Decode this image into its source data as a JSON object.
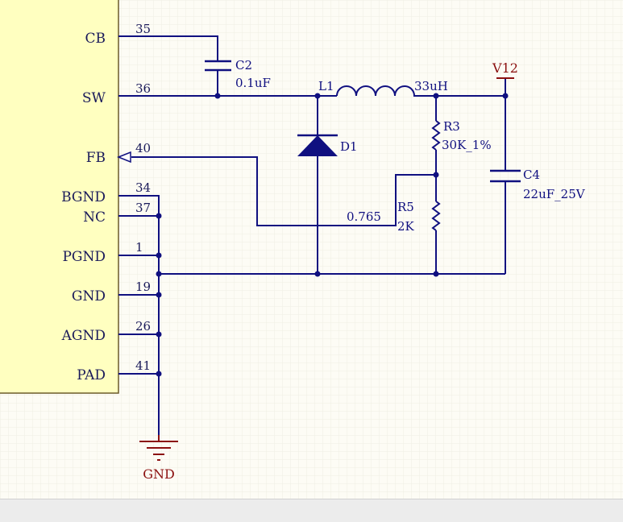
{
  "ic": {
    "pins": [
      {
        "name": "CB",
        "num": "35"
      },
      {
        "name": "SW",
        "num": "36"
      },
      {
        "name": "FB",
        "num": "40"
      },
      {
        "name": "BGND",
        "num": "34"
      },
      {
        "name": "NC",
        "num": "37"
      },
      {
        "name": "PGND",
        "num": "1"
      },
      {
        "name": "GND",
        "num": "19"
      },
      {
        "name": "AGND",
        "num": "26"
      },
      {
        "name": "PAD",
        "num": "41"
      }
    ]
  },
  "components": {
    "c2": {
      "ref": "C2",
      "value": "0.1uF"
    },
    "l1": {
      "ref": "L1",
      "value": "33uH"
    },
    "d1": {
      "ref": "D1"
    },
    "r3": {
      "ref": "R3",
      "value": "30K_1%"
    },
    "r5": {
      "ref": "R5",
      "value": "2K"
    },
    "c4": {
      "ref": "C4",
      "value": "22uF_25V"
    }
  },
  "nets": {
    "fb_voltage": "0.765",
    "v12": "V12",
    "gnd": "GND"
  },
  "colors": {
    "wire": "#101080",
    "ic_fill": "#ffffc0",
    "power": "#8b1010",
    "grid": "#ebe9dd"
  }
}
